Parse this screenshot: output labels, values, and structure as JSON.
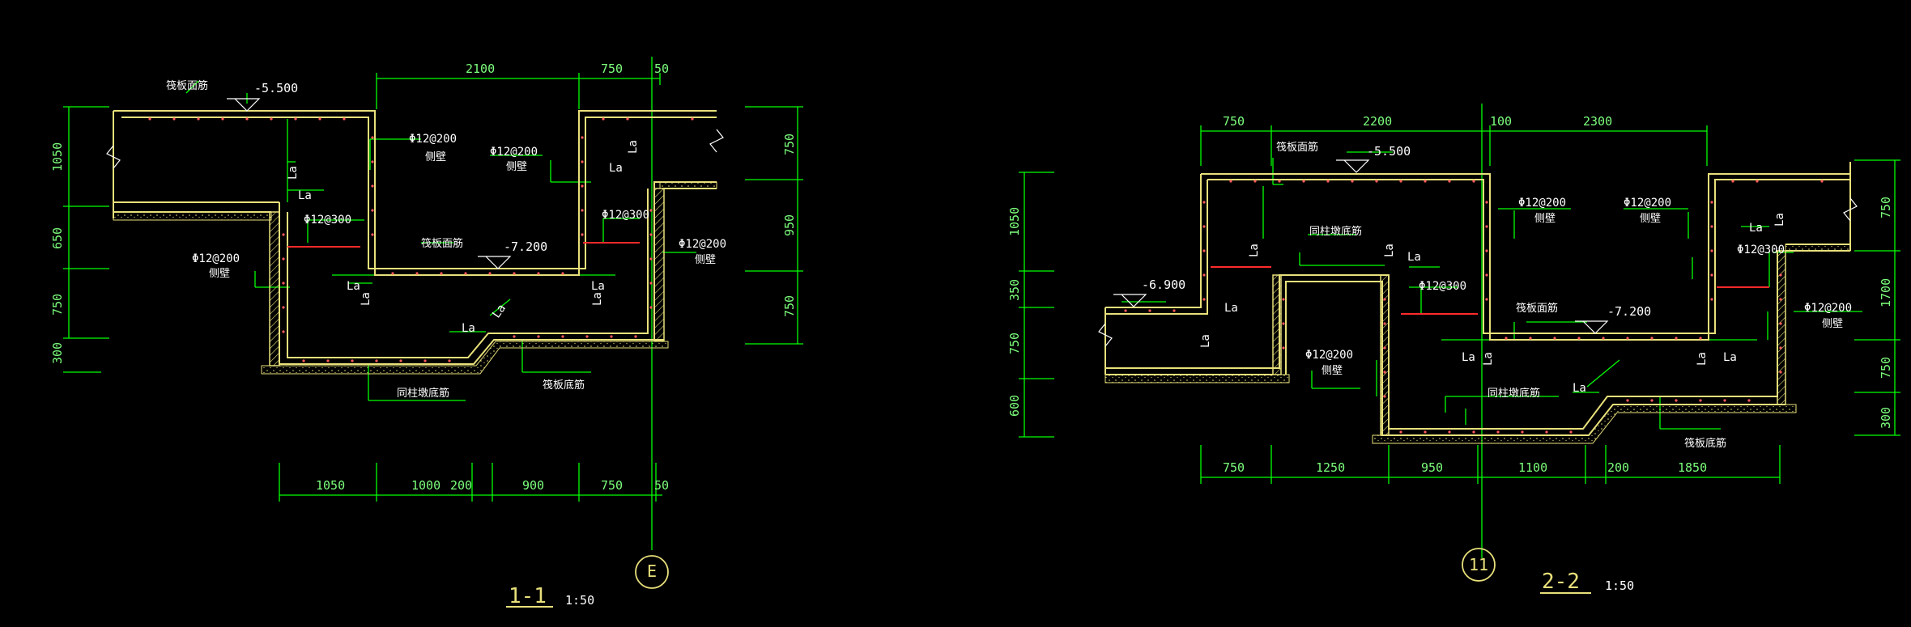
{
  "drawing": {
    "background": "#000000",
    "colors": {
      "dimension": "#00FF00",
      "wall": "#E8E07A",
      "rebar_note": "#FFFFFF",
      "accent": "#FF2A2A",
      "label": "#7CFF7C"
    }
  },
  "section1": {
    "title": "1-1",
    "scale": "1:50",
    "axis_label": "E",
    "elev_top": "-5.500",
    "elev_pit": "-7.200",
    "top_dims": [
      "2100",
      "750",
      "50"
    ],
    "bottom_dims": [
      "1050",
      "1000",
      "200",
      "900",
      "750",
      "50"
    ],
    "left_dims": [
      "1050",
      "650",
      "750",
      "300"
    ],
    "right_dims": [
      "750",
      "950",
      "750"
    ],
    "notes": {
      "floor_top_a": "筏板面筋",
      "floor_top_b": "筏板面筋",
      "rebar_a": "Φ12@200",
      "rebar_a_sub": "侧壁",
      "rebar_b": "Φ12@200",
      "rebar_b_sub": "侧壁",
      "rebar_c": "Φ12@300",
      "rebar_d": "Φ12@300",
      "rebar_e": "Φ12@200",
      "rebar_e_sub": "侧壁",
      "rebar_f": "Φ12@200",
      "rebar_f_sub": "侧壁",
      "bottom_a": "同柱墩底筋",
      "bottom_b": "筏板底筋",
      "la": "La"
    }
  },
  "section2": {
    "title": "2-2",
    "scale": "1:50",
    "axis_label": "11",
    "elev_top": "-5.500",
    "elev_left": "-6.900",
    "elev_pit": "-7.200",
    "top_dims": [
      "750",
      "2200",
      "100",
      "2300"
    ],
    "bottom_dims": [
      "750",
      "1250",
      "950",
      "1100",
      "200",
      "1850"
    ],
    "left_dims": [
      "1050",
      "350",
      "750",
      "600"
    ],
    "right_dims": [
      "750",
      "1700",
      "750",
      "300"
    ],
    "notes": {
      "floor_top_a": "筏板面筋",
      "floor_top_b": "筏板面筋",
      "rebar_a": "Φ12@200",
      "rebar_a_sub": "侧壁",
      "rebar_b": "Φ12@200",
      "rebar_b_sub": "侧壁",
      "rebar_c": "Φ12@300",
      "rebar_d": "Φ12@300",
      "rebar_e": "Φ12@200",
      "rebar_e_sub": "侧壁",
      "rebar_f": "Φ12@200",
      "rebar_f_sub": "侧壁",
      "bottom_a": "同柱墩底筋",
      "bottom_b": "同柱墩底筋",
      "bottom_c": "筏板底筋",
      "la": "La"
    }
  }
}
